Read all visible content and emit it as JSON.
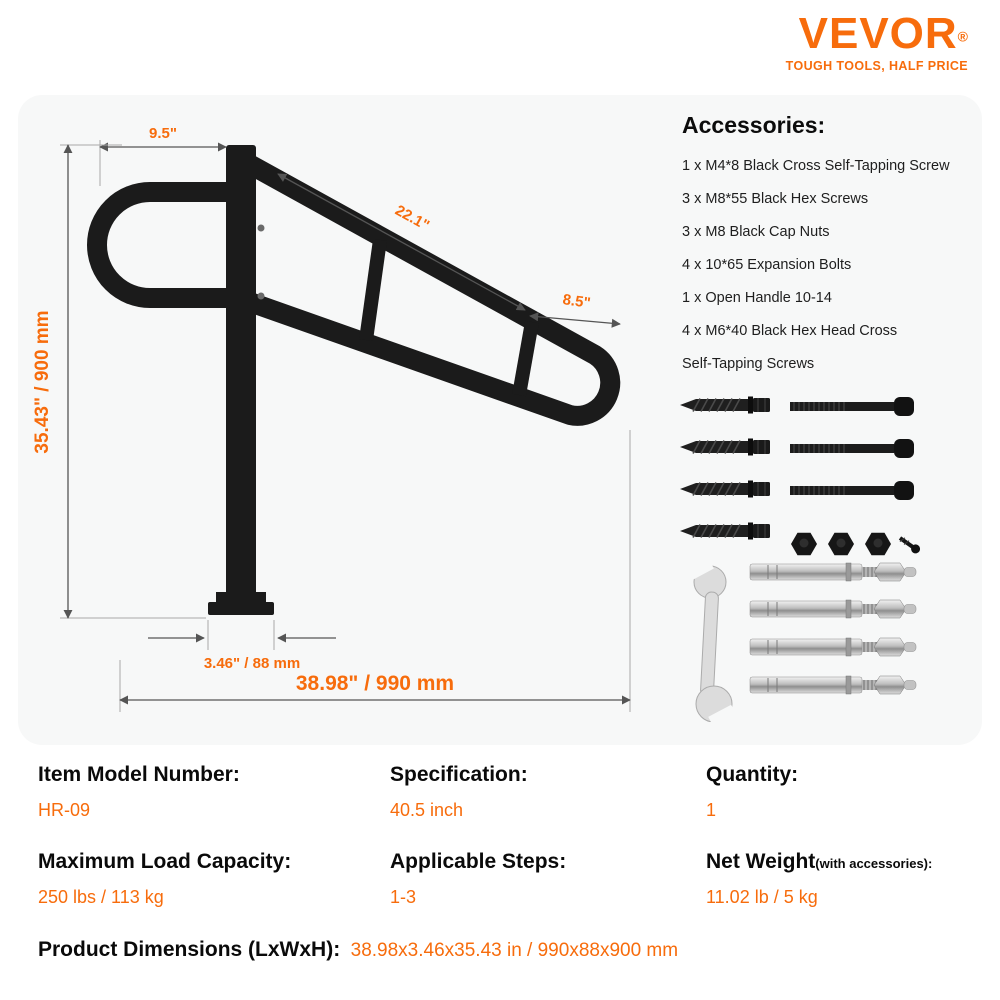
{
  "colors": {
    "accent": "#f76c0c",
    "metal_dark": "#1b1b1b",
    "metal_silver": "#c9c9c9"
  },
  "header": {
    "logo": "VEVOR",
    "registered": "®",
    "tagline": "TOUGH TOOLS, HALF PRICE"
  },
  "diagram": {
    "dim_top_width": "9.5\"",
    "dim_rail": "22.1\"",
    "dim_end": "8.5\"",
    "dim_height": "35.43\" / 900 mm",
    "dim_base": "3.46\" / 88 mm",
    "dim_length": "38.98\" / 990 mm"
  },
  "accessories": {
    "title": "Accessories:",
    "items": [
      "1 x M4*8 Black Cross Self-Tapping Screw",
      "3 x M8*55 Black Hex Screws",
      "3 x M8 Black Cap Nuts",
      "4 x 10*65 Expansion Bolts",
      "1 x Open Handle 10-14",
      "4 x M6*40 Black Hex Head Cross",
      "Self-Tapping Screws"
    ]
  },
  "specs": {
    "item_model_label": "Item Model Number:",
    "item_model_value": "HR-09",
    "specification_label": "Specification:",
    "specification_value": "40.5 inch",
    "quantity_label": "Quantity:",
    "quantity_value": "1",
    "load_label": "Maximum Load Capacity:",
    "load_value": "250 lbs / 113 kg",
    "steps_label": "Applicable Steps:",
    "steps_value": "1-3",
    "weight_label": "Net Weight",
    "weight_note": "(with accessories):",
    "weight_value": "11.02 lb / 5 kg",
    "dimensions_label": "Product Dimensions (LxWxH):",
    "dimensions_value": "38.98x3.46x35.43 in / 990x88x900 mm"
  }
}
